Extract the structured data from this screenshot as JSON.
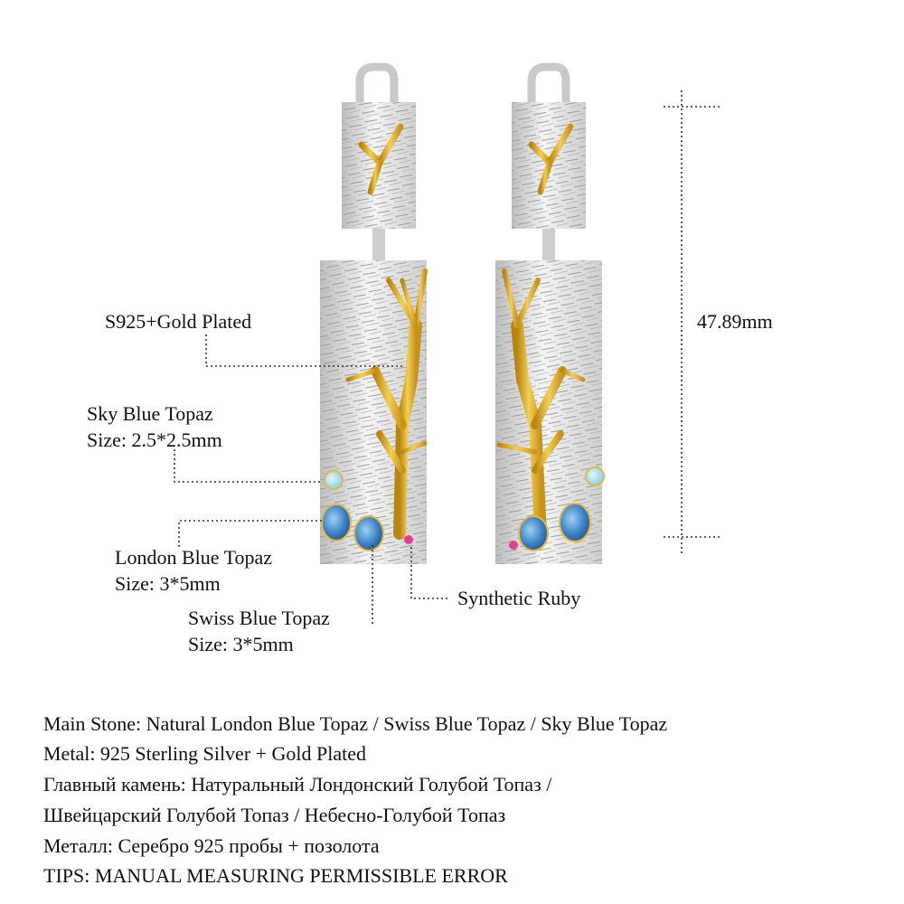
{
  "callouts": {
    "metal_label": "S925+Gold Plated",
    "sky_blue_name": "Sky Blue Topaz",
    "sky_blue_size": "Size: 2.5*2.5mm",
    "london_blue_name": "London Blue Topaz",
    "london_blue_size": "Size: 3*5mm",
    "swiss_blue_name": "Swiss Blue Topaz",
    "swiss_blue_size": "Size: 3*5mm",
    "ruby_name": "Synthetic Ruby",
    "length": "47.89mm"
  },
  "description": [
    "Main Stone: Natural London Blue Topaz / Swiss Blue Topaz / Sky Blue Topaz",
    "Metal: 925 Sterling Silver + Gold Plated",
    "Главный камень: Натуральный Лондонский Голубой Топаз /",
    "Швейцарский Голубой Топаз / Небесно-Голубой Топаз",
    "Металл: Серебро 925 пробы + позолота",
    "TIPS: MANUAL MEASURING PERMISSIBLE ERROR"
  ],
  "colors": {
    "silver": "#d9d9d9",
    "gold": "#e0b02a",
    "london_blue": "#2f6fb3",
    "sky_blue": "#8fd3ee",
    "ruby": "#e0408c"
  }
}
